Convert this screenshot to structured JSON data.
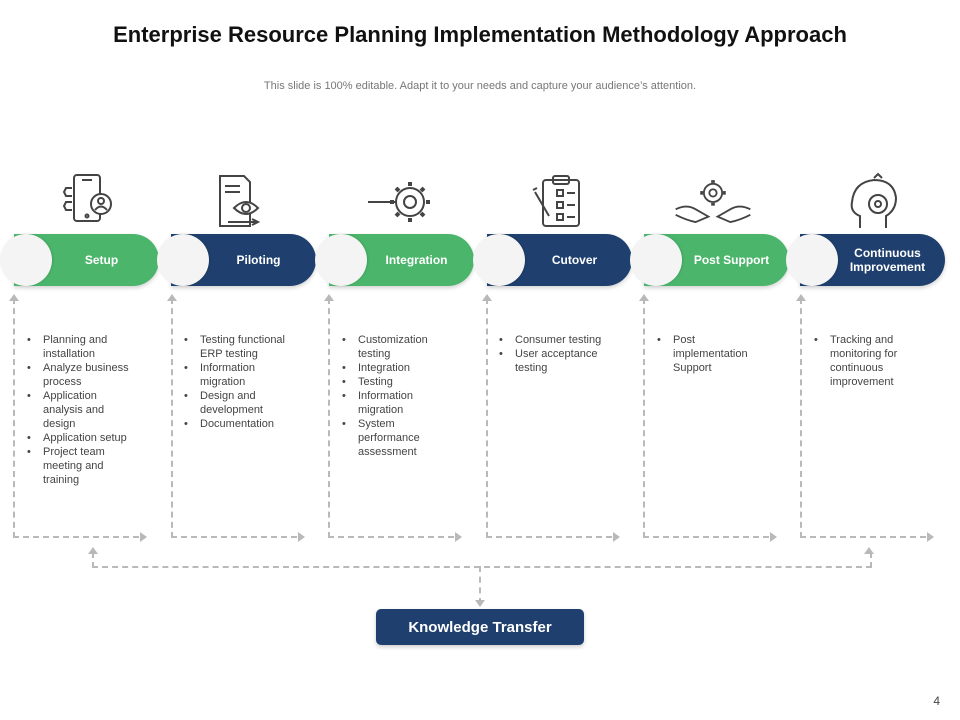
{
  "title": "Enterprise Resource Planning Implementation Methodology Approach",
  "subtitle": "This slide is 100% editable. Adapt it to your needs and capture your audience’s attention.",
  "colors": {
    "green": "#4bb56b",
    "navy": "#1f3f6e",
    "dash": "#b9b9b9"
  },
  "phases": [
    {
      "label": "Setup",
      "color": "green",
      "icon": "mobile-user-icon",
      "items": [
        "Planning and installation",
        "Analyze business process",
        "Application analysis and design",
        "Application setup",
        "Project team meeting and training"
      ]
    },
    {
      "label": "Piloting",
      "color": "navy",
      "icon": "document-eye-pen-icon",
      "items": [
        "Testing functional ERP testing",
        "Information migration",
        "Design and development",
        "Documentation"
      ]
    },
    {
      "label": "Integration",
      "color": "green",
      "icon": "gear-pin-icon",
      "items": [
        "Customization testing",
        "Integration",
        "Testing",
        "Information migration",
        "System performance assessment"
      ]
    },
    {
      "label": "Cutover",
      "color": "navy",
      "icon": "checklist-icon",
      "items": [
        "Consumer testing",
        "User acceptance testing"
      ]
    },
    {
      "label": "Post Support",
      "color": "green",
      "icon": "hands-gear-icon",
      "items": [
        "Post implementation Support"
      ]
    },
    {
      "label": "Continuous Improvement",
      "color": "navy",
      "icon": "head-gear-icon",
      "items": [
        "Tracking and monitoring for continuous improvement"
      ]
    }
  ],
  "footer_box": "Knowledge Transfer",
  "page_number": "4"
}
